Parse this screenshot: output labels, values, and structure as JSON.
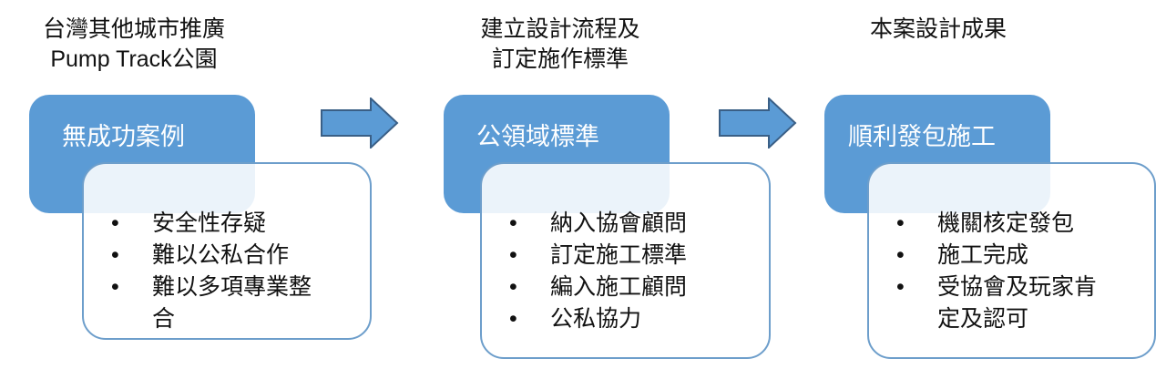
{
  "steps": [
    {
      "heading": [
        "台灣其他城市推廣",
        "Pump Track公園"
      ],
      "title": "無成功案例",
      "bullets": [
        "安全性存疑",
        "難以公私合作",
        "難以多項專業整合"
      ]
    },
    {
      "heading": [
        "建立設計流程及",
        "訂定施作標準"
      ],
      "title": "公領域標準",
      "bullets": [
        "納入協會顧問",
        "訂定施工標準",
        "編入施工顧問",
        "公私協力"
      ]
    },
    {
      "heading": [
        "本案設計成果"
      ],
      "title": "順利發包施工",
      "bullets": [
        "機關核定發包",
        "施工完成",
        "受協會及玩家肯定及認可"
      ]
    }
  ],
  "colors": {
    "accent": "#5b9bd5",
    "border": "#6d9ecb"
  }
}
